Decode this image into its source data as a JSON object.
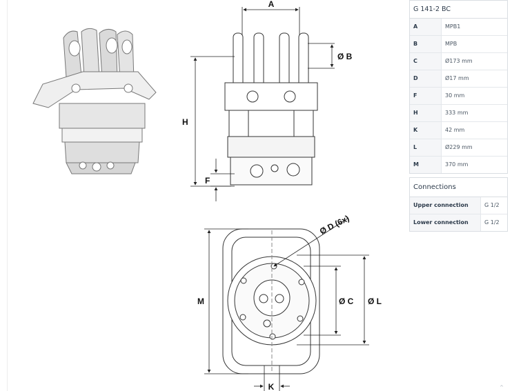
{
  "drawing": {
    "labels": {
      "a": "A",
      "b": "Ø B",
      "h": "H",
      "f": "F",
      "d": "Ø D (6x)",
      "m": "M",
      "c": "Ø C",
      "l": "Ø L",
      "k": "K"
    }
  },
  "specs": {
    "title": "G 141-2 BC",
    "rows": [
      {
        "key": "A",
        "value": "MPB1"
      },
      {
        "key": "B",
        "value": "MPB"
      },
      {
        "key": "C",
        "value": "Ø173 mm"
      },
      {
        "key": "D",
        "value": "Ø17 mm"
      },
      {
        "key": "F",
        "value": "30 mm"
      },
      {
        "key": "H",
        "value": "333 mm"
      },
      {
        "key": "K",
        "value": "42 mm"
      },
      {
        "key": "L",
        "value": "Ø229 mm"
      },
      {
        "key": "M",
        "value": "370 mm"
      }
    ]
  },
  "connections": {
    "title": "Connections",
    "rows": [
      {
        "key": "Upper connection",
        "value": "G 1/2"
      },
      {
        "key": "Lower connection",
        "value": "G 1/2"
      }
    ]
  },
  "footer": {
    "caret": "^"
  }
}
